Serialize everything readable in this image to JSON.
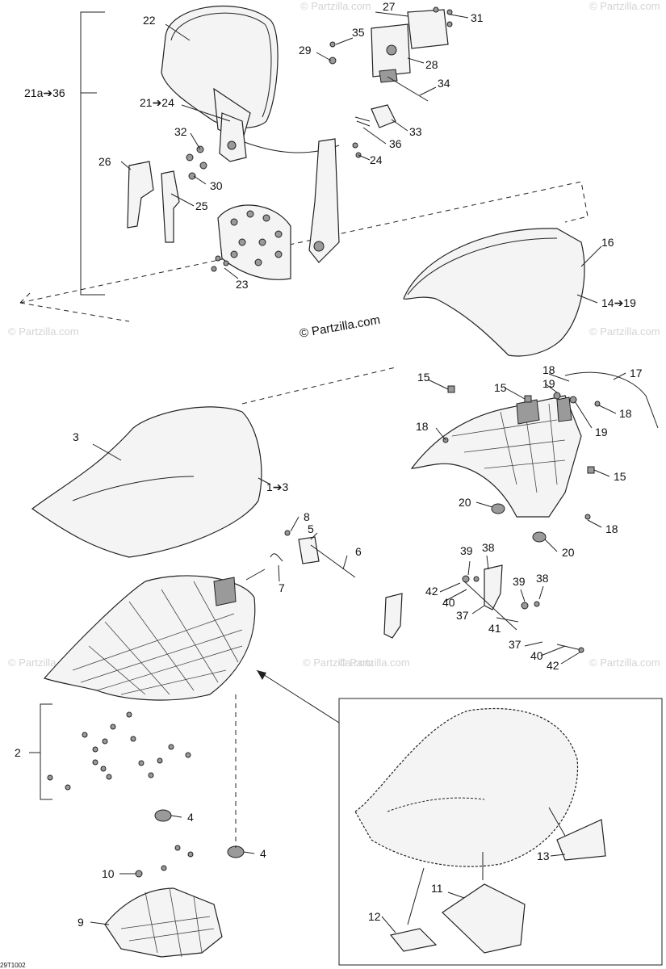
{
  "watermark": {
    "text": "© Partzilla.com",
    "copyright": "© Partzilla.com"
  },
  "figure_code": "29T1002",
  "callouts": {
    "c1": "1➔3",
    "c2": "2",
    "c3": "3",
    "c4a": "4",
    "c4b": "4",
    "c5": "5",
    "c6": "6",
    "c7": "7",
    "c8": "8",
    "c9": "9",
    "c10": "10",
    "c11": "11",
    "c12": "12",
    "c13": "13",
    "c14": "14➔19",
    "c15a": "15",
    "c15b": "15",
    "c15c": "15",
    "c16": "16",
    "c17": "17",
    "c18a": "18",
    "c18b": "18",
    "c18c": "18",
    "c18d": "18",
    "c19a": "19",
    "c19b": "19",
    "c20a": "20",
    "c20b": "20",
    "c21": "21➔24",
    "c21a": "21a➔36",
    "c22": "22",
    "c23": "23",
    "c24": "24",
    "c25": "25",
    "c26": "26",
    "c27": "27",
    "c28": "28",
    "c29": "29",
    "c30": "30",
    "c31": "31",
    "c32": "32",
    "c33": "33",
    "c34": "34",
    "c35": "35",
    "c36": "36",
    "c37a": "37",
    "c37b": "37",
    "c38a": "38",
    "c38b": "38",
    "c39a": "39",
    "c39b": "39",
    "c40a": "40",
    "c40b": "40",
    "c41": "41",
    "c42a": "42",
    "c42b": "42"
  }
}
